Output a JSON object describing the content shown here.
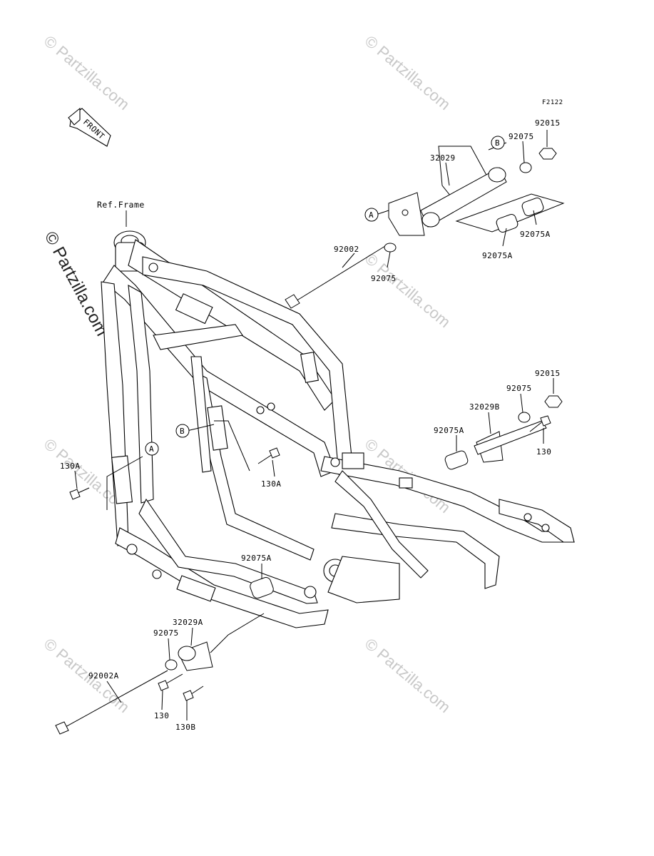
{
  "figure_code": "F2122",
  "front_arrow": "FRONT",
  "watermark": "© Partzilla.com",
  "ref_frame": "Ref.Frame",
  "callouts": {
    "a": "A",
    "b": "B"
  },
  "labels": {
    "p32029": "32029",
    "p92075_top": "92075",
    "p92015_top": "92015",
    "p92075A_top_right": "92075A",
    "p92075A_top_left": "92075A",
    "p92002": "92002",
    "p92075_mid": "92075",
    "p92015_mid": "92015",
    "p92075_mid2": "92075",
    "p32029B": "32029B",
    "p92075A_mid": "92075A",
    "p130_mid": "130",
    "p130A_left": "130A",
    "p130A_center": "130A",
    "p92075A_bottom": "92075A",
    "p32029A": "32029A",
    "p92075_bottom": "92075",
    "p92002A": "92002A",
    "p130_bottom": "130",
    "p130B": "130B"
  }
}
